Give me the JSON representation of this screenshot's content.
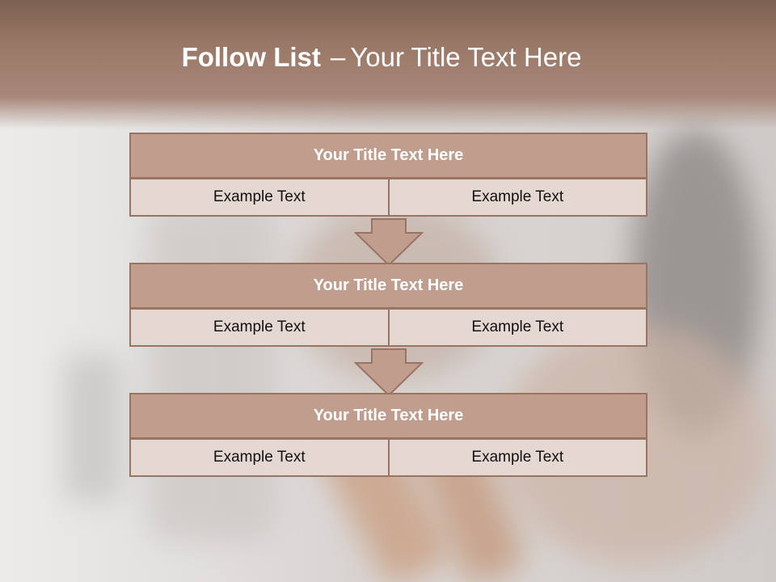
{
  "slide": {
    "title_bold": "Follow List",
    "title_dash": "–",
    "title_rest": "Your Title Text Here"
  },
  "colors": {
    "header": "#9a7867",
    "block_title_fill": "#c09d8c",
    "block_border": "#9a7462",
    "cell_fill": "#e5d7d2",
    "arrow_fill": "#c09d8c"
  },
  "steps": [
    {
      "title": "Your Title Text Here",
      "left": "Example Text",
      "right": "Example Text"
    },
    {
      "title": "Your Title Text Here",
      "left": "Example Text",
      "right": "Example Text"
    },
    {
      "title": "Your Title Text Here",
      "left": "Example Text",
      "right": "Example Text"
    }
  ]
}
